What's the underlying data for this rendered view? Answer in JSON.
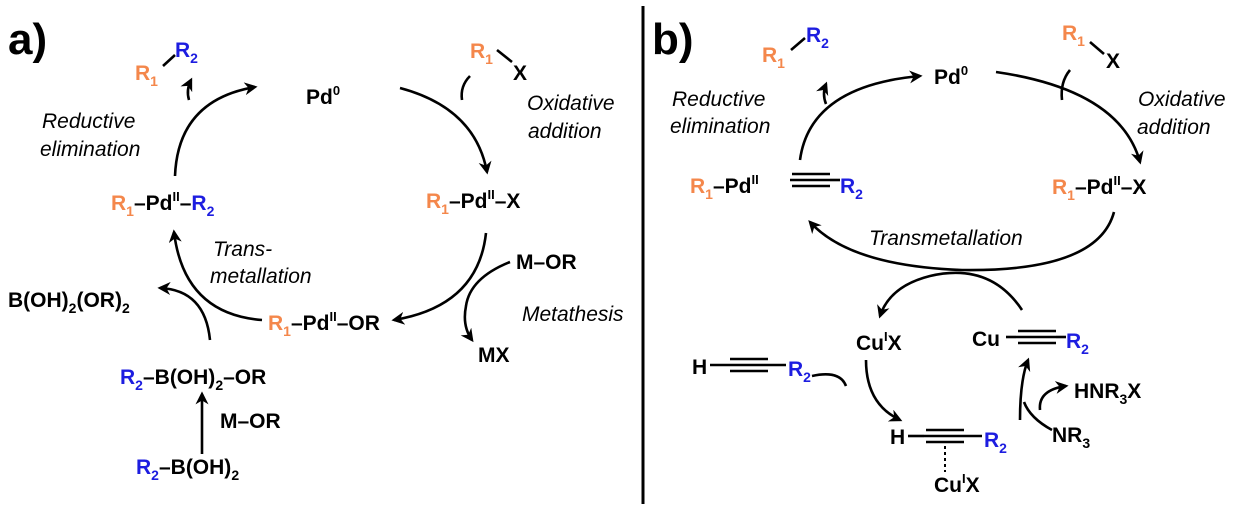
{
  "panel_a": {
    "letter": "a)",
    "pd0": [
      "Pd",
      "0"
    ],
    "r1x": [
      "R",
      "1",
      "X"
    ],
    "r1r2": [
      "R",
      "1",
      "R",
      "2"
    ],
    "label_oxidative": [
      "Oxidative",
      "addition"
    ],
    "label_reductive": [
      "Reductive",
      "elimination"
    ],
    "label_transmetallation": [
      "Trans-",
      "metallation"
    ],
    "label_metathesis": "Metathesis",
    "r1pdx": [
      "R",
      "1",
      "–Pd",
      "II",
      "–X"
    ],
    "r1pdr2": [
      "R",
      "1",
      "–Pd",
      "II",
      "–",
      "R",
      "2"
    ],
    "r1pdor": [
      "R",
      "1",
      "–Pd",
      "II",
      "–OR"
    ],
    "m_or": "M–OR",
    "mx": "MX",
    "boron_byproduct": [
      "B(OH)",
      "2",
      "(OR)",
      "2"
    ],
    "boronate": [
      "R",
      "2",
      "–B(OH)",
      "2",
      "–OR"
    ],
    "m_or_2": "M–OR",
    "boronic_acid": [
      "R",
      "2",
      "–B(OH)",
      "2"
    ]
  },
  "panel_b": {
    "letter": "b)",
    "pd0": [
      "Pd",
      "0"
    ],
    "r1x": [
      "R",
      "1",
      "X"
    ],
    "r1r2": [
      "R",
      "1",
      "R",
      "2"
    ],
    "label_oxidative": [
      "Oxidative",
      "addition"
    ],
    "label_reductive": [
      "Reductive",
      "elimination"
    ],
    "label_transmetallation": "Transmetallation",
    "r1pdx": [
      "R",
      "1",
      "–Pd",
      "II",
      "–X"
    ],
    "r1pd_alkyne": [
      "R",
      "1",
      "–Pd",
      "II",
      "R",
      "2"
    ],
    "cux": [
      "Cu",
      "I",
      "X"
    ],
    "cu_alkyne": [
      "Cu",
      "R",
      "2"
    ],
    "h_alkyne": [
      "H",
      "R",
      "2"
    ],
    "hnr3x": [
      "HNR",
      "3",
      "X"
    ],
    "nr3": [
      "NR",
      "3"
    ],
    "pi_complex": [
      "H",
      "R",
      "2"
    ],
    "pi_cux": [
      "Cu",
      "I",
      "X"
    ]
  },
  "colors": {
    "r1": "#F4874B",
    "r2": "#1D1DE0",
    "text": "#000000"
  }
}
